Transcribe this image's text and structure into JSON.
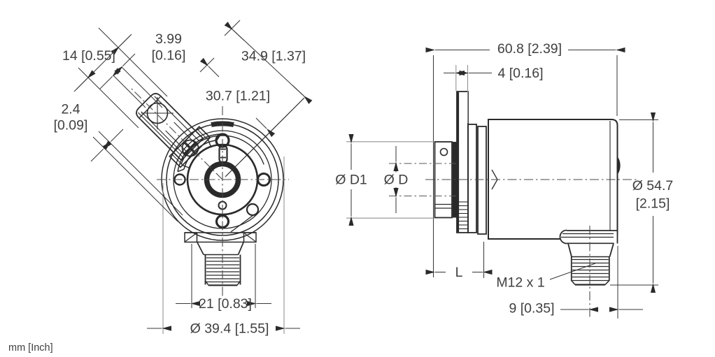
{
  "front_view": {
    "dims": {
      "clamp_width": "14 [0.55]",
      "slot_width_line1": "3.99",
      "slot_width_line2": "[0.16]",
      "arm_radius_outer": "34.9 [1.37]",
      "arm_radius_inner": "30.7 [1.21]",
      "edge_step_line1": "2.4",
      "edge_step_line2": "[0.09]",
      "connector_width": "21 [0.83]",
      "flange_diameter": "Ø 39.4 [1.55]"
    }
  },
  "side_view": {
    "dims": {
      "total_length": "60.8 [2.39]",
      "tab_thickness": "4 [0.16]",
      "hub_diameter": "Ø D1",
      "bore_diameter": "Ø D",
      "outer_diameter_line1": "Ø 54.7",
      "outer_diameter_line2": "[2.15]",
      "hub_length": "L",
      "thread_label": "M12 x 1",
      "connector_offset": "9 [0.35]"
    }
  },
  "footer": {
    "units": "mm [Inch]"
  },
  "colors": {
    "line": "#2a2a2a",
    "dimension_line": "#3a3a3a",
    "extension_line_gray": "#8f8f8f",
    "text": "#3f3f3f",
    "background": "#ffffff"
  }
}
